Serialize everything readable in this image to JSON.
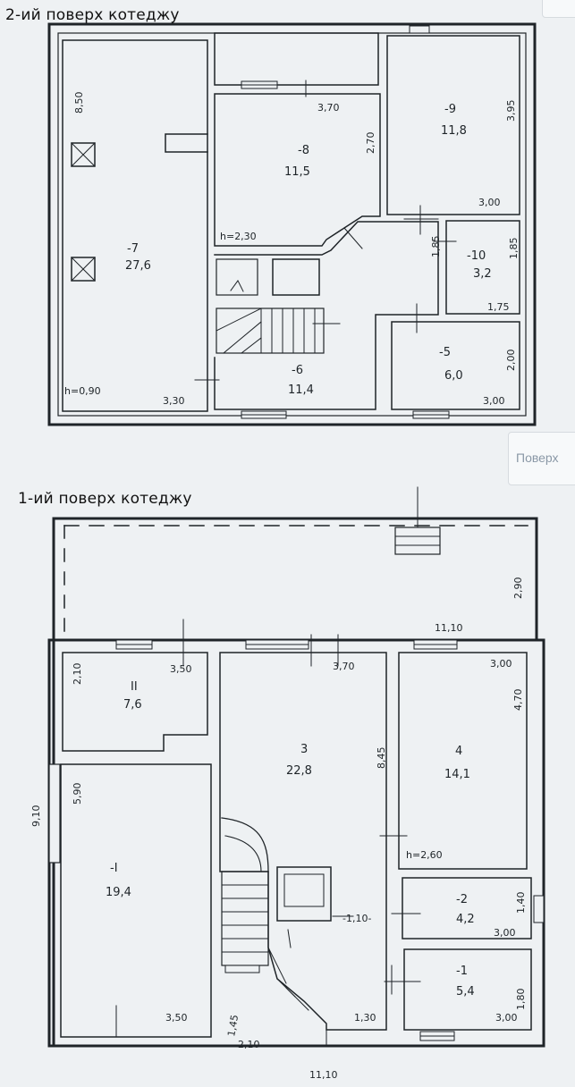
{
  "floor2": {
    "title": "2-ий поверх котеджу",
    "rooms": [
      {
        "id": "room-7",
        "num": "-7",
        "area": "27,6"
      },
      {
        "id": "room-8",
        "num": "-8",
        "area": "11,5"
      },
      {
        "id": "room-9",
        "num": "-9",
        "area": "11,8"
      },
      {
        "id": "room-10",
        "num": "-10",
        "area": "3,2"
      },
      {
        "id": "room-5",
        "num": "-5",
        "area": "6,0"
      },
      {
        "id": "room-6",
        "num": "-6",
        "area": "11,4"
      }
    ],
    "dims": [
      "8,50",
      "3,70",
      "2,70",
      "3,95",
      "3,00",
      "h=2,30",
      "1,85",
      "1,85",
      "1,75",
      "2,00",
      "3,00",
      "h=0,90",
      "3,30"
    ]
  },
  "floor1": {
    "title": "1-ий поверх котеджу",
    "rooms": [
      {
        "id": "room-ii",
        "num": "ІІ",
        "area": "7,6"
      },
      {
        "id": "room-3",
        "num": "3",
        "area": "22,8"
      },
      {
        "id": "room-4",
        "num": "4",
        "area": "14,1"
      },
      {
        "id": "room-i",
        "num": "-І",
        "area": "19,4"
      },
      {
        "id": "room-2",
        "num": "-2",
        "area": "4,2"
      },
      {
        "id": "room-1",
        "num": "-1",
        "area": "5,4"
      }
    ],
    "dims": [
      "2,90",
      "11,10",
      "2,10",
      "3,50",
      "3,70",
      "3,00",
      "4,70",
      "8,45",
      "5,90",
      "9,10",
      "h=2,60",
      "1,40",
      "3,00",
      "-1,10-",
      "1,80",
      "3,00",
      "1,45",
      "-2,10-",
      "1,30",
      "3,50",
      "11,10"
    ]
  },
  "side_tab": {
    "label": "Поверх"
  }
}
